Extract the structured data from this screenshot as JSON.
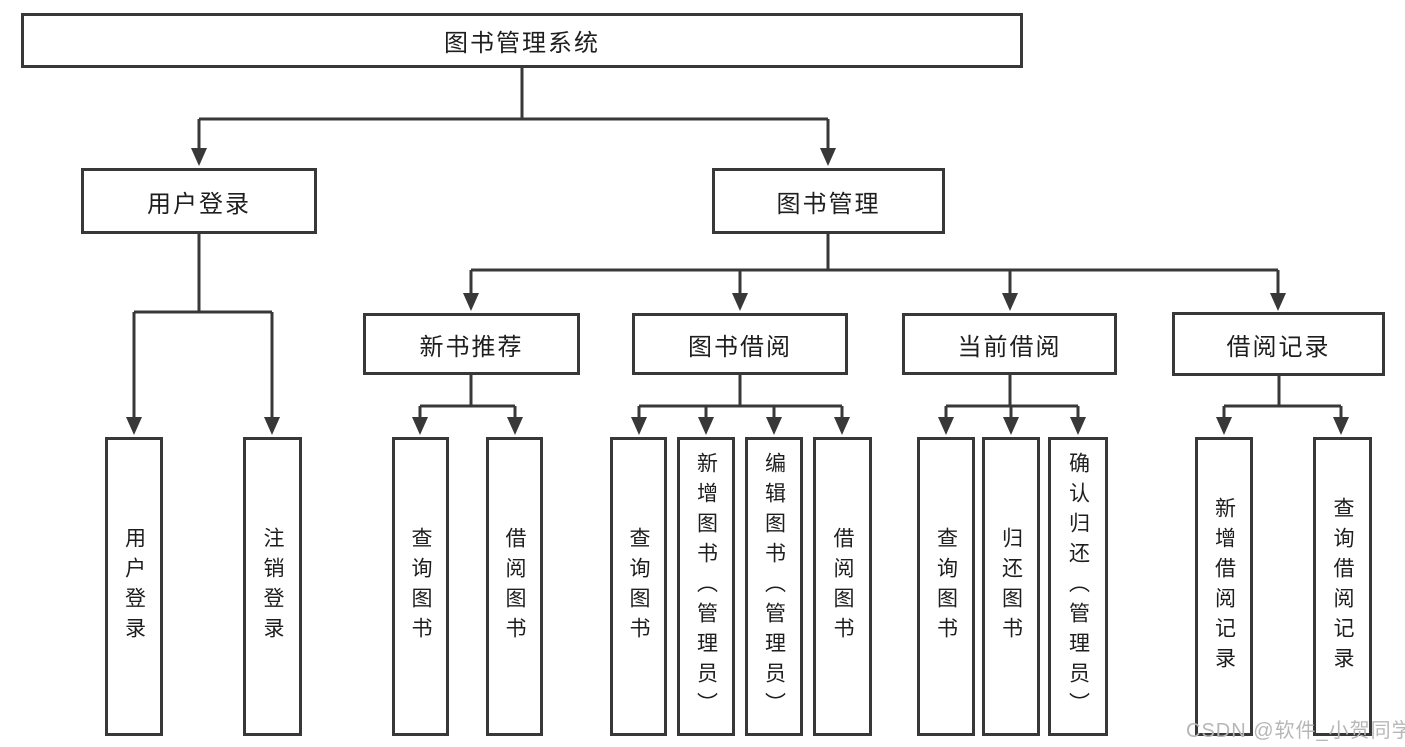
{
  "tree": {
    "root": {
      "label": "图书管理系统"
    },
    "user_login": {
      "label": "用户登录",
      "children": [
        {
          "label": "用户登录"
        },
        {
          "label": "注销登录"
        }
      ]
    },
    "book_management": {
      "label": "图书管理",
      "children": [
        {
          "label": "新书推荐",
          "children": [
            {
              "label": "查询图书"
            },
            {
              "label": "借阅图书"
            }
          ]
        },
        {
          "label": "图书借阅",
          "children": [
            {
              "label": "查询图书"
            },
            {
              "label": "新增图书（管理员）"
            },
            {
              "label": "编辑图书（管理员）"
            },
            {
              "label": "借阅图书"
            }
          ]
        },
        {
          "label": "当前借阅",
          "children": [
            {
              "label": "查询图书"
            },
            {
              "label": "归还图书"
            },
            {
              "label": "确认归还（管理员）"
            }
          ]
        },
        {
          "label": "借阅记录",
          "children": [
            {
              "label": "新增借阅记录"
            },
            {
              "label": "查询借阅记录"
            }
          ]
        }
      ]
    }
  },
  "watermark": {
    "text": "CSDN @软件_小贺同学"
  },
  "colors": {
    "line": "#383838",
    "box_border": "#383838",
    "text": "#1e1e1e",
    "watermark": "#b7b7b7",
    "background": "#ffffff"
  }
}
